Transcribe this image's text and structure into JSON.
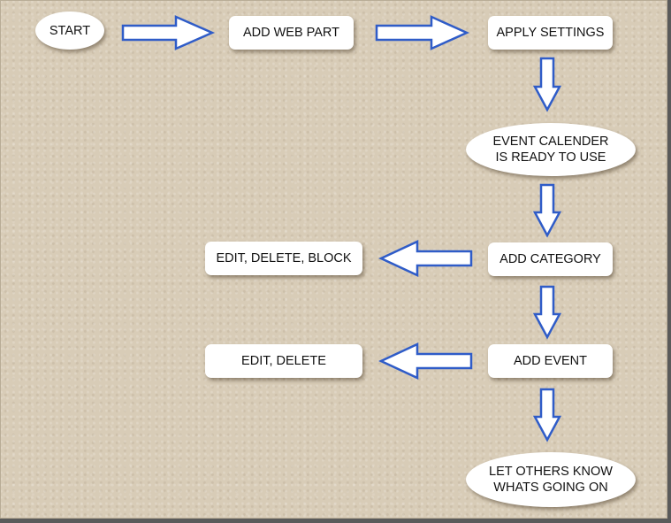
{
  "nodes": {
    "start": "START",
    "add_web_part": "ADD WEB PART",
    "apply_settings": "APPLY SETTINGS",
    "calendar_ready": "EVENT CALENDER IS READY TO USE",
    "add_category": "ADD CATEGORY",
    "category_actions": "EDIT, DELETE, BLOCK",
    "add_event": "ADD EVENT",
    "event_actions": "EDIT, DELETE",
    "let_others_know": "LET OTHERS KNOW WHATS GOING ON"
  },
  "colors": {
    "background": "#d8ccb7",
    "node_fill": "#ffffff",
    "arrow_fill": "#ffffff",
    "arrow_stroke": "#2f5cc8"
  }
}
